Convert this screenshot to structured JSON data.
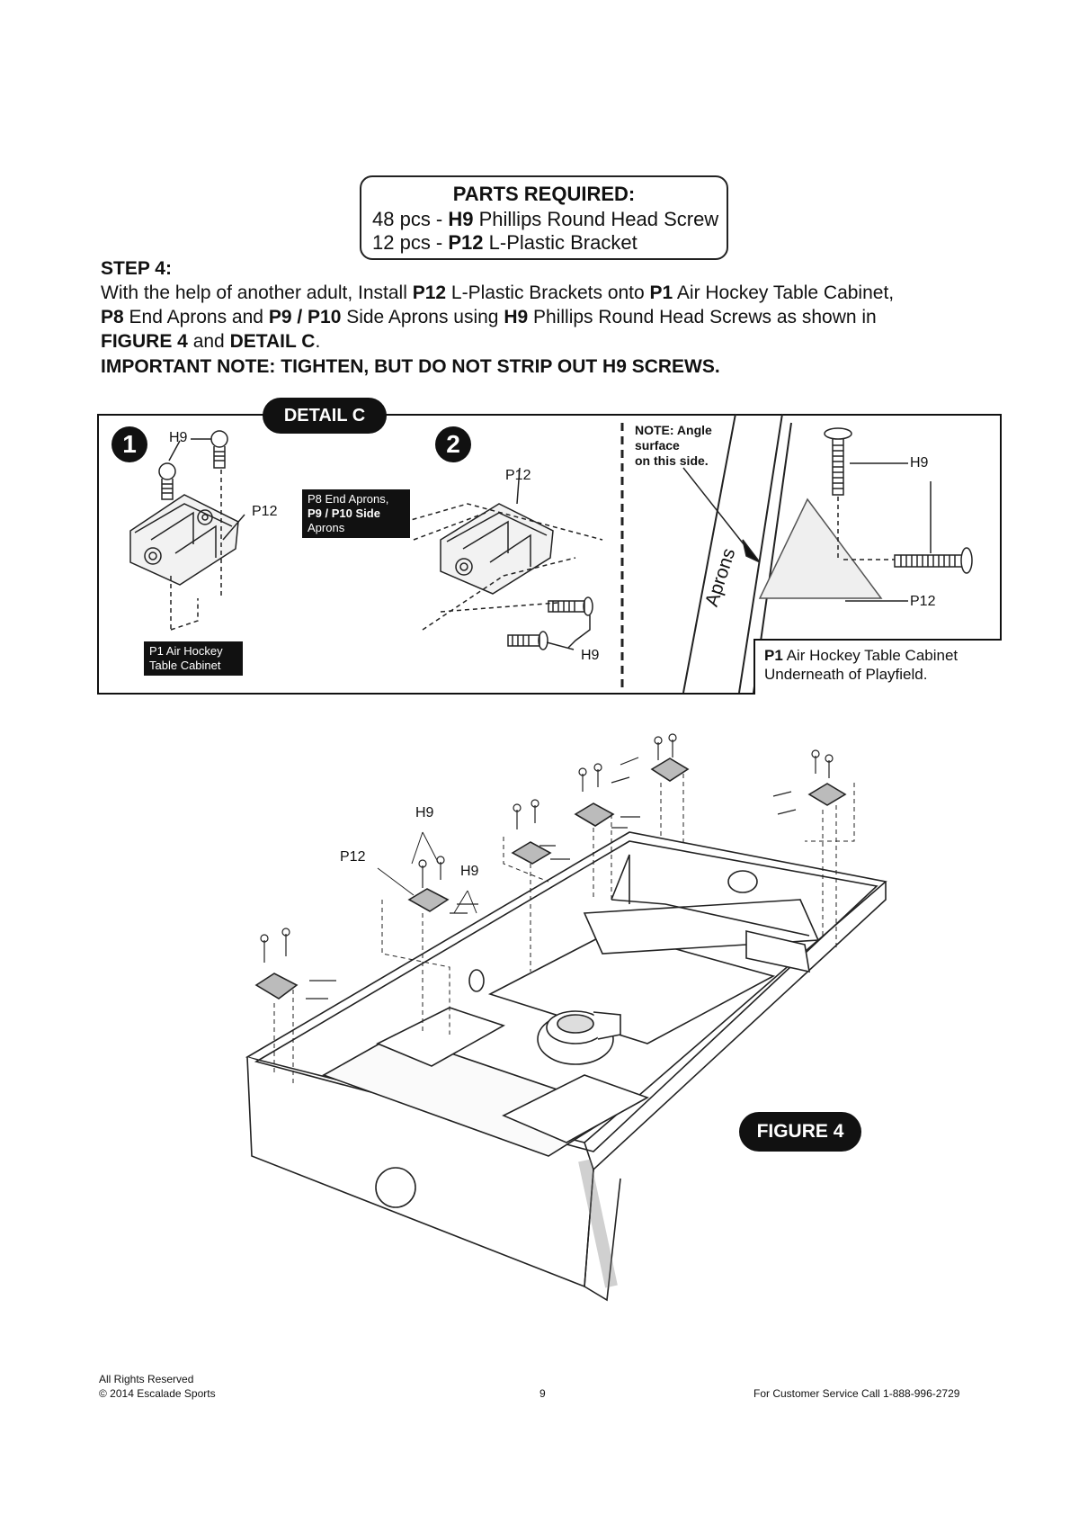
{
  "parts_box": {
    "title": "PARTS REQUIRED:",
    "line1": {
      "qty": "48 pcs - ",
      "code": "H9",
      "desc": " Phillips Round Head Screw"
    },
    "line2": {
      "qty": "12 pcs - ",
      "code": "P12",
      "desc": " L-Plastic Bracket"
    }
  },
  "step": {
    "title": "STEP 4:",
    "line1": {
      "t1": "With the help of another adult, Install ",
      "b1": "P12",
      "t2": " L-Plastic Brackets onto ",
      "b2": "P1",
      "t3": " Air Hockey Table Cabinet,"
    },
    "line2": {
      "b1": "P8",
      "t1": " End Aprons and ",
      "b2": "P9 / P10",
      "t2": " Side Aprons using ",
      "b3": "H9",
      "t3": " Phillips Round Head Screws as shown in"
    },
    "line3": {
      "b1": "FIGURE 4",
      "t1": " and ",
      "b2": "DETAIL C",
      "t2": "."
    },
    "important": "IMPORTANT NOTE:  TIGHTEN, BUT DO NOT STRIP OUT H9 SCREWS."
  },
  "detail": {
    "badge": "DETAIL C",
    "step1_num": "1",
    "step2_num": "2",
    "h9_label_1": "H9",
    "p12_label_1": "P12",
    "p1_label_line1": "P1 Air Hockey",
    "p1_label_line2": "Table Cabinet",
    "p12_label_2": "P12",
    "aprons_label_line1": "P8 End Aprons,",
    "aprons_label_line2": "P9 / P10 Side",
    "aprons_label_line3": "Aprons",
    "h9_label_2": "H9",
    "note_line1": "NOTE: Angle",
    "note_line2": "surface",
    "note_line3": "on this side.",
    "aprons_vertical": "Aprons",
    "h9_label_3": "H9",
    "p12_label_3": "P12",
    "cabinet_code": "P1",
    "cabinet_line1": " Air Hockey Table Cabinet",
    "cabinet_line2": "Underneath of Playfield."
  },
  "figure": {
    "badge": "FIGURE 4",
    "h9_top": "H9",
    "p12": "P12",
    "h9_mid": "H9"
  },
  "footer": {
    "rights": "All Rights Reserved",
    "copyright": "© 2014 Escalade Sports",
    "page_number": "9",
    "service": "For Customer Service Call   1-888-996-2729"
  }
}
